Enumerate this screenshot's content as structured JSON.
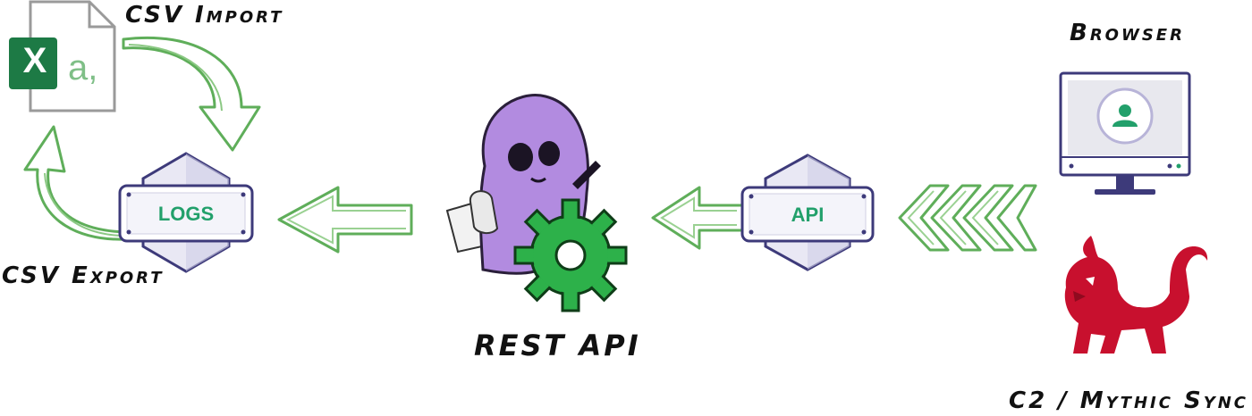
{
  "labels": {
    "csv_import": "CSV Import",
    "csv_export": "CSV Export",
    "rest_api": "REST API",
    "browser": "Browser",
    "c2_sync": "C2 / Mythic Sync"
  },
  "badges": {
    "logs": "LOGS",
    "api": "API"
  },
  "excel_icon": {
    "letter": "X",
    "text": "a,"
  },
  "colors": {
    "arrow_green": "#5fae5a",
    "badge_border": "#3d3a7a",
    "badge_text": "#22a06b",
    "ghost_purple": "#b28be0",
    "gear_green": "#2db14a",
    "mythic_red": "#c8102e",
    "excel_green": "#1d7a45"
  }
}
